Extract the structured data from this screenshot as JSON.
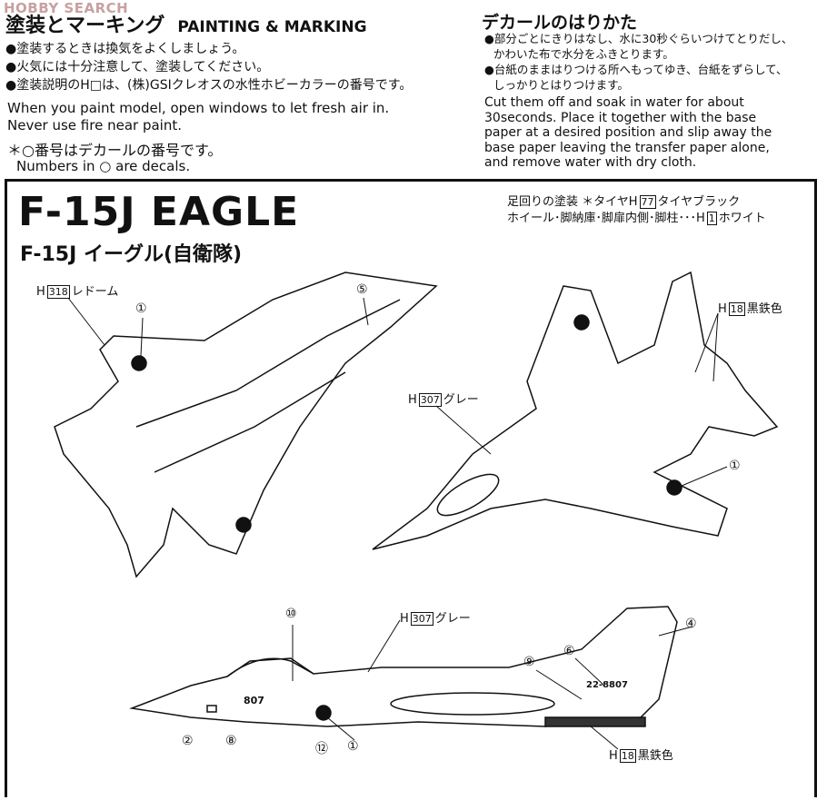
{
  "watermark": "HOBBY SEARCH",
  "painting": {
    "title_jp": "塗装とマーキング",
    "title_en": "PAINTING & MARKING",
    "bullets_jp": [
      "●塗装するときは換気をよくしましょう。",
      "●火気には十分注意して、塗装してください。",
      "●塗装説明のH□は、(株)GSIクレオスの水性ホビーカラーの番号です。"
    ],
    "warning_en": [
      "When you paint model, open windows to let fresh air in.",
      "Never use fire near paint."
    ],
    "note_jp": "＊○番号はデカールの番号です。",
    "note_en": "Numbers in ○ are decals."
  },
  "decal": {
    "title_jp": "デカールのはりかた",
    "bullets_jp": [
      "●部分ごとにきりはなし、水に30秒ぐらいつけてとりだし、",
      "かわいた布で水分をふきとります。",
      "●台紙のままはりつける所へもってゆき、台紙をずらして、",
      "しっかりとはりつけます。"
    ],
    "instructions_en": [
      "Cut them off and soak in water for about",
      "30seconds. Place it together with the base",
      "paper at a desired position and slip away the",
      "base paper leaving the transfer paper alone,",
      "and remove water with dry cloth."
    ]
  },
  "model": {
    "title": "F-15J EAGLE",
    "subtitle": "F-15J イーグル(自衛隊)",
    "gear_note": {
      "line1_pre": "足回りの塗装 ＊タイヤH",
      "line1_code": "77",
      "line1_post": "タイヤブラック",
      "line2_pre": "ホイール･脚納庫･脚扉内側･脚柱･･･H",
      "line2_code": "1",
      "line2_post": "ホワイト"
    },
    "callouts": {
      "radome": {
        "prefix": "H",
        "code": "318",
        "name": "レドーム"
      },
      "gunmetal_top": {
        "prefix": "H",
        "code": "18",
        "name": "黒鉄色"
      },
      "gray_top": {
        "prefix": "H",
        "code": "307",
        "name": "グレー"
      },
      "gray_side": {
        "prefix": "H",
        "code": "307",
        "name": "グレー"
      },
      "gunmetal_side": {
        "prefix": "H",
        "code": "18",
        "name": "黒鉄色"
      }
    },
    "decal_numbers": {
      "d1_under": "①",
      "d5": "⑤",
      "d1_top": "①",
      "d10": "⑩",
      "d4": "④",
      "d6": "⑥",
      "d9": "⑨",
      "d2": "②",
      "d8": "⑧",
      "d12": "⑫",
      "d1_side": "①"
    },
    "tail_code": "22-8807",
    "nose_number": "807"
  }
}
